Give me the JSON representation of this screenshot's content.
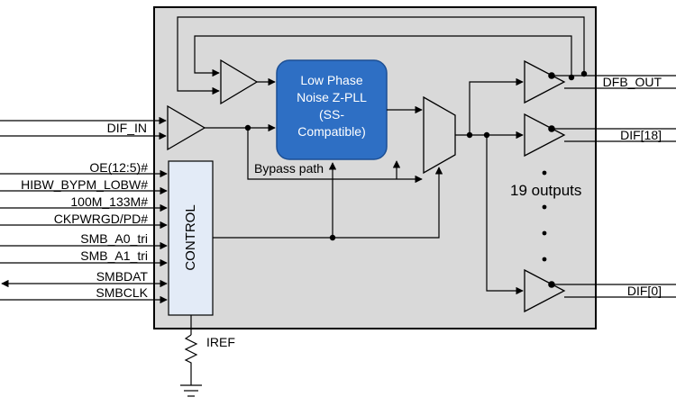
{
  "inputs": {
    "dif_in": "DIF_IN",
    "oe": "OE(12:5)#",
    "hibw": "HIBW_BYPM_LOBW#",
    "sel_100m": "100M_133M#",
    "ckpwrgd": "CKPWRGD/PD#",
    "smb_a0": "SMB_A0_tri",
    "smb_a1": "SMB_A1_tri",
    "smbdat": "SMBDAT",
    "smbclk": "SMBCLK"
  },
  "blocks": {
    "pll_line1": "Low Phase",
    "pll_line2": "Noise Z-PLL",
    "pll_line3": "(SS-",
    "pll_line4": "Compatible)",
    "control": "CONTROL",
    "bypass": "Bypass path",
    "iref": "IREF"
  },
  "outputs": {
    "dfb_out": "DFB_OUT",
    "dif18": "DIF[18]",
    "count": "19 outputs",
    "dif0": "DIF[0]"
  },
  "colors": {
    "chip_fill": "#d9d9d9",
    "pll_fill": "#2e6fc4",
    "control_fill": "#e3ebf7"
  }
}
